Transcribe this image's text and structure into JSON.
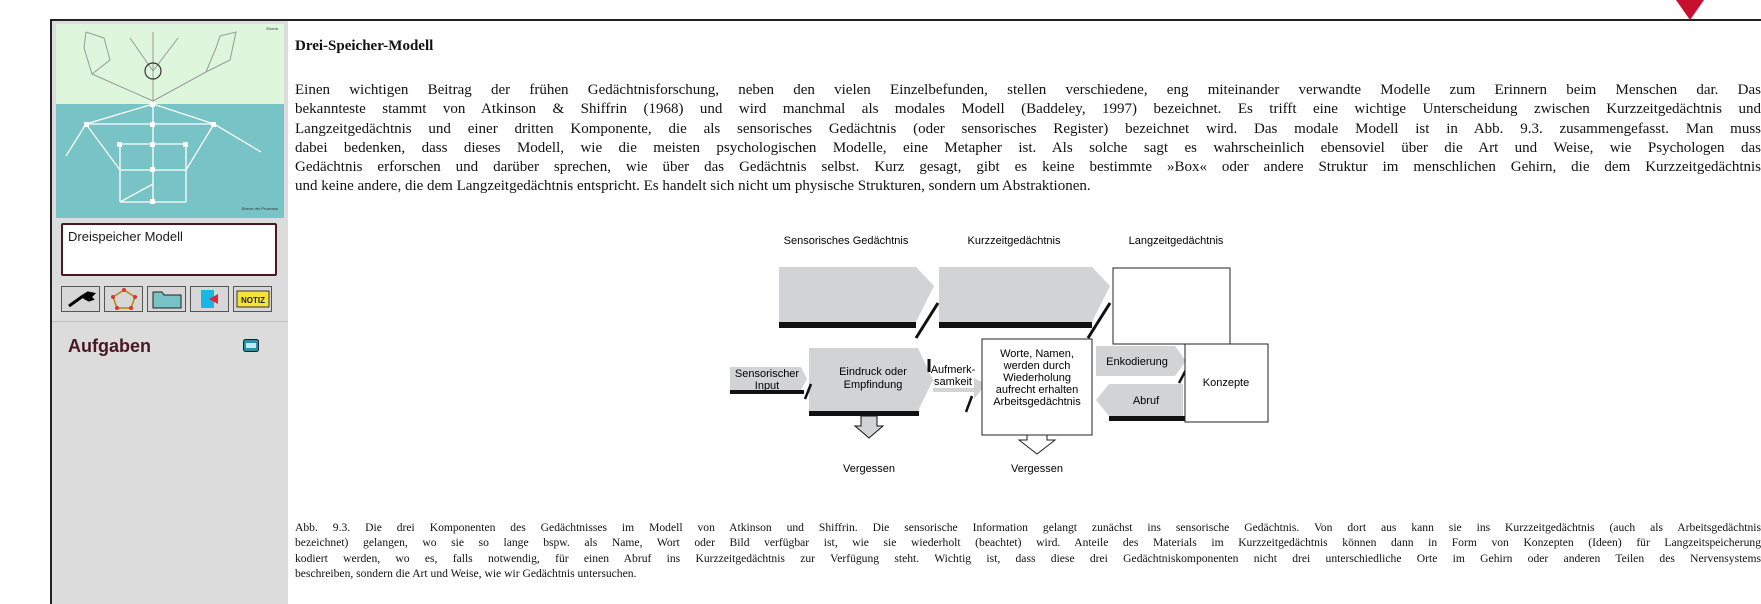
{
  "sidebar": {
    "nav_graph_labels": [
      "Ebene",
      "Ebene der Prozesse"
    ],
    "page_title": "Dreispeicher Modell",
    "toolbar_icons": [
      "wrench-icon",
      "network-icon",
      "folder-icon",
      "exit-icon",
      "notiz-icon"
    ],
    "notiz_label": "NOTIZ",
    "section_label": "Aufgaben"
  },
  "article": {
    "heading": "Drei-Speicher-Modell",
    "paragraph_lines": [
      "Einen wichtigen Beitrag der frühen Gedächtnisforschung, neben den vielen Einzelbefunden, stellen verschiedene, eng miteinander verwandte Modelle zum Erinnern beim Menschen dar. Das",
      "bekannteste stammt von Atkinson & Shiffrin (1968) und wird manchmal als modales Modell (Baddeley, 1997) bezeichnet. Es trifft eine wichtige Unterscheidung zwischen Kurzzeitgedächtnis und",
      "Langzeitgedächtnis und einer dritten Komponente, die als sensorisches Gedächtnis (oder sensorisches Register) bezeichnet wird. Das modale Modell ist in Abb. 9.3. zusammengefasst. Man muss",
      "dabei bedenken, dass dieses Modell, wie die meisten psychologischen Modelle, eine Metapher ist. Als solche sagt es wahrscheinlich ebensoviel über die Art und Weise, wie Psychologen das",
      "Gedächtnis erforschen und darüber sprechen, wie über das Gedächtnis selbst. Kurz gesagt, gibt es keine bestimmte »Box« oder andere Struktur im menschlichen Gehirn, die dem Kurzzeitgedächtnis",
      "und keine andere, die dem Langzeitgedächtnis entspricht. Es handelt sich nicht um physische Strukturen, sondern um Abstraktionen."
    ],
    "figure": {
      "top_labels": [
        "Sensorisches Gedächtnis",
        "Kurzzeitgedächtnis",
        "Langzeitgedächtnis"
      ],
      "input_l1": "Sensorischer",
      "input_l2": "Input",
      "impression_l1": "Eindruck oder",
      "impression_l2": "Empfindung",
      "attention_l1": "Aufmerk-",
      "attention_l2": "samkeit",
      "wm_lines": [
        "Worte, Namen,",
        "werden durch",
        "Wiederholung",
        "aufrecht erhalten",
        "Arbeitsgedächtnis"
      ],
      "encoding": "Enkodierung",
      "retrieval": "Abruf",
      "concepts": "Konzepte",
      "forget_1": "Vergessen",
      "forget_2": "Vergessen"
    },
    "caption_lines": [
      "Abb. 9.3.  Die drei Komponenten des Gedächtnisses im Modell von Atkinson und Shiffrin. Die sensorische Information gelangt zunächst ins sensorische Gedächtnis. Von dort aus kann sie ins Kurzzeitgedächtnis (auch als Arbeitsgedächtnis",
      "bezeichnet) gelangen, wo sie so lange bspw. als Name, Wort oder Bild verfügbar ist, wie sie wiederholt (beachtet) wird. Anteile des Materials im Kurzzeitgedächtnis können dann in Form von Konzepten (Ideen) für Langzeitspeicherung",
      "kodiert werden, wo es, falls notwendig, für einen Abruf ins Kurzzeitgedächtnis zur Verfügung steht. Wichtig ist, dass diese drei Gedächtniskomponenten nicht drei unterschiedliche Orte im Gehirn oder anderen Teilen des Nervensystems",
      "beschreiben, sondern die Art und Weise, wie wir Gedächtnis untersuchen."
    ]
  },
  "colors": {
    "accent_dark": "#4a1820",
    "nav_light": "#ddf6dc",
    "nav_teal": "#78c3c5",
    "marker_red": "#c8102e",
    "sidebar_bg": "#dcdcdc"
  }
}
